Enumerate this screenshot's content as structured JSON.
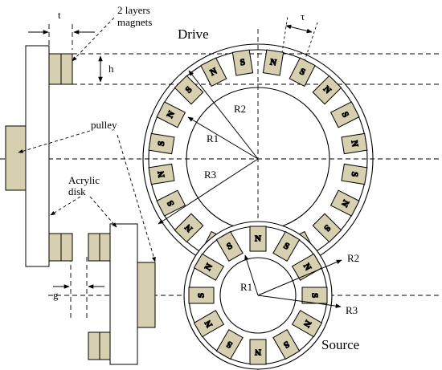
{
  "labels": {
    "t": "t",
    "tau": "τ",
    "two_layers_line1": "2 layers",
    "two_layers_line2": "magnets",
    "h": "h",
    "drive": "Drive",
    "pulley": "pulley",
    "acrylic_line1": "Acrylic",
    "acrylic_line2": "disk",
    "g": "g",
    "source": "Source",
    "drive_R1": "R1",
    "drive_R2": "R2",
    "drive_R3": "R3",
    "source_R1": "R1",
    "source_R2": "R2",
    "source_R3": "R3"
  },
  "magnet_letters": {
    "north": "N",
    "south": "S"
  },
  "drive_rotor": {
    "magnet_count": 20
  },
  "source_rotor": {
    "magnet_count": 12
  },
  "colors": {
    "magnet_fill": "#d6cfb0",
    "line": "#000000",
    "background": "#ffffff"
  }
}
